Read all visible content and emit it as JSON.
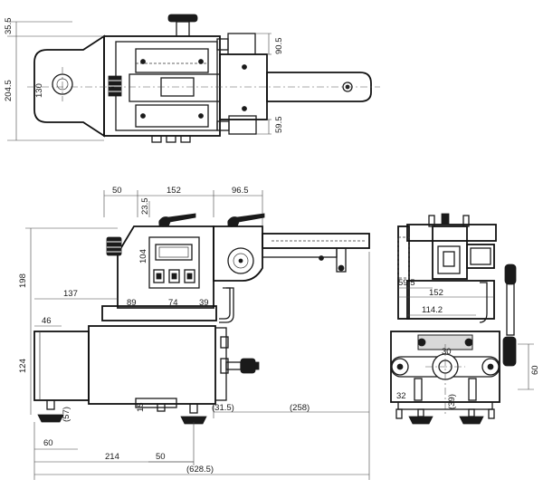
{
  "title": "",
  "dimensions": {
    "top_view": {
      "left_top": "35.5",
      "left_height": "204.5",
      "center_dia": "130",
      "right_upper": "90.5",
      "right_lower": "59.5"
    },
    "front_view": {
      "top_50": "50",
      "top_152": "152",
      "top_96_5": "96.5",
      "vert_23_5": "23.5",
      "vert_104": "104",
      "vert_198": "198",
      "h_137": "137",
      "h_89": "89",
      "h_74": "74",
      "h_39": "39",
      "h_46": "46",
      "vert_124": "124",
      "vert_57": "(57)",
      "vert_15": "15",
      "b_31_5": "(31.5)",
      "b_258": "(258)",
      "b_60": "60",
      "b_214": "214",
      "b_50": "50",
      "b_628_5": "(628.5)"
    },
    "side_view": {
      "h_59_5": "59.5",
      "h_152": "152",
      "h_114_2": "114.2",
      "c_30": "30",
      "v_32": "32",
      "v_39": "(39)",
      "v_60": "60"
    }
  }
}
